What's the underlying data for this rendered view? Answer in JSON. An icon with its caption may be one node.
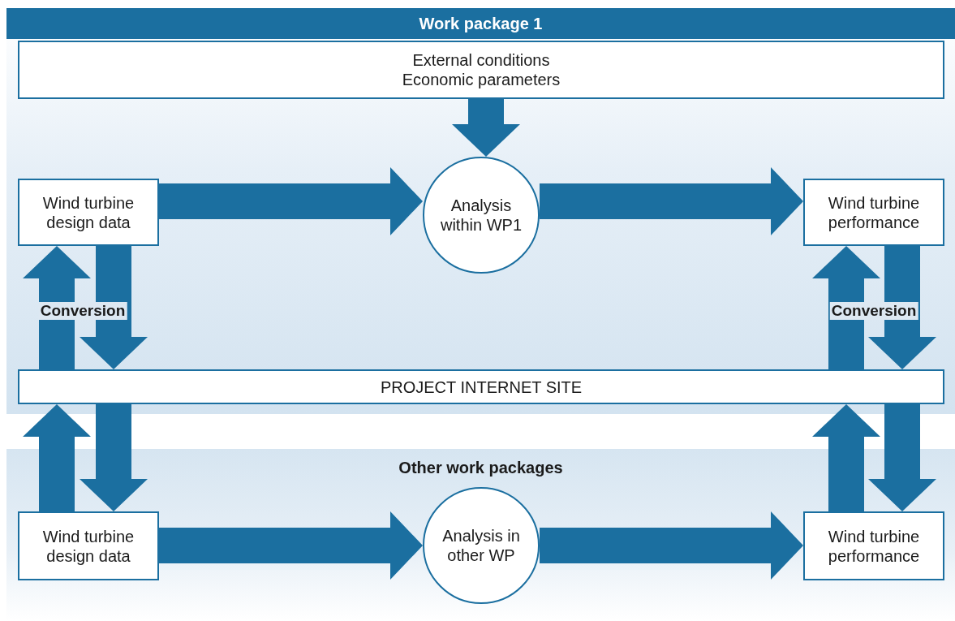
{
  "diagram": {
    "nodes": [
      {
        "text": [
          "Work package 1"
        ]
      },
      {
        "text": [
          "External conditions",
          "Economic parameters"
        ],
        "in": 0
      },
      {
        "text": [
          "Wind turbine design data"
        ],
        "in": 0
      },
      {
        "text": [
          "Analysis within WP1"
        ],
        "in": 0
      },
      {
        "text": [
          "Wind turbine performance"
        ],
        "in": 0
      },
      {
        "text": [
          "PROJECT INTERNET SITE"
        ],
        "in": 0
      },
      {
        "text": [
          "Other work packages"
        ]
      },
      {
        "text": [
          "Wind turbine design data"
        ],
        "in": 6
      },
      {
        "text": [
          "Analysis in other WP"
        ],
        "in": 6
      },
      {
        "text": [
          "Wind turbine performance"
        ],
        "in": 6
      }
    ],
    "edges": [
      {
        "from": 1,
        "to": 3,
        "arrow": "to",
        "style": "thick"
      },
      {
        "from": 2,
        "to": 3,
        "arrow": "to",
        "style": "thick"
      },
      {
        "from": 3,
        "to": 4,
        "arrow": "to",
        "style": "thick"
      },
      {
        "from": 5,
        "to": 2,
        "arrow": "to",
        "style": "thick"
      },
      {
        "from": 2,
        "to": 5,
        "arrow": "to",
        "style": "thick"
      },
      {
        "from": 5,
        "to": 4,
        "arrow": "to",
        "style": "thick"
      },
      {
        "from": 4,
        "to": 5,
        "arrow": "to",
        "style": "thick"
      },
      {
        "from": 7,
        "to": 5,
        "arrow": "to",
        "style": "thick"
      },
      {
        "from": 5,
        "to": 7,
        "arrow": "to",
        "style": "thick"
      },
      {
        "from": 9,
        "to": 5,
        "arrow": "to",
        "style": "thick"
      },
      {
        "from": 5,
        "to": 9,
        "arrow": "to",
        "style": "thick"
      },
      {
        "from": 7,
        "to": 8,
        "arrow": "to",
        "style": "thick"
      },
      {
        "from": 8,
        "to": 9,
        "arrow": "to",
        "style": "thick"
      }
    ],
    "labels": [
      "Conversion",
      "Conversion"
    ]
  }
}
